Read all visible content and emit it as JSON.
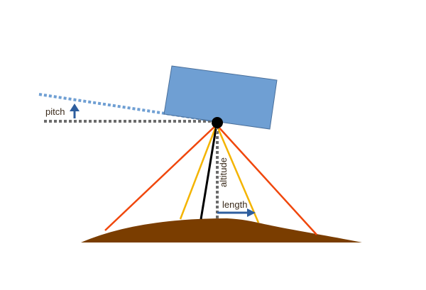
{
  "labels": {
    "pitch": "pitch",
    "altitude": "altitude",
    "length": "length"
  },
  "colors": {
    "sensor_body": "#6f9fd3",
    "sensor_edge": "#4a6f9a",
    "pitch_line": "#6f9fd3",
    "reference_line": "#6b6b6b",
    "arrow": "#2e5e9e",
    "ground": "#7a3d00",
    "outer_rays": "#f0470c",
    "inner_rays": "#f4b400",
    "nadir_line": "#000000"
  }
}
